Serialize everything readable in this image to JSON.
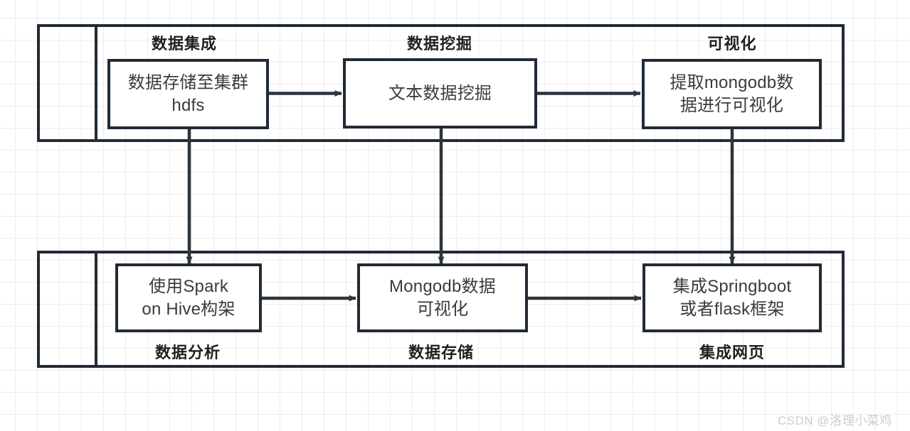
{
  "diagram": {
    "title_text_present": false,
    "colors": {
      "stroke": "#212b36",
      "node_text": "#3b3b3b",
      "label_text": "#1f1f1f",
      "grid": "#ededed",
      "background": "#ffffff",
      "watermark": "#c9ccd1"
    },
    "lanes": [
      {
        "id": "top-lane",
        "left_cell_label": ""
      },
      {
        "id": "bottom-lane",
        "left_cell_label": ""
      }
    ],
    "phases": [
      {
        "id": "phase-data-integration",
        "label": "数据集成",
        "position": "above",
        "lane": "top"
      },
      {
        "id": "phase-data-mining",
        "label": "数据挖掘",
        "position": "above",
        "lane": "top"
      },
      {
        "id": "phase-visualization",
        "label": "可视化",
        "position": "above",
        "lane": "top"
      },
      {
        "id": "phase-data-analysis",
        "label": "数据分析",
        "position": "below",
        "lane": "bottom"
      },
      {
        "id": "phase-data-storage",
        "label": "数据存储",
        "position": "below",
        "lane": "bottom"
      },
      {
        "id": "phase-web-integration",
        "label": "集成网页",
        "position": "below",
        "lane": "bottom"
      }
    ],
    "nodes": [
      {
        "id": "node-hdfs-storage",
        "text": "数据存储至集群\nhdfs",
        "lane": "top",
        "column": 1
      },
      {
        "id": "node-text-mining",
        "text": "文本数据挖掘",
        "lane": "top",
        "column": 2
      },
      {
        "id": "node-mongodb-visualization",
        "text": "提取mongodb数\n据进行可视化",
        "lane": "top",
        "column": 3
      },
      {
        "id": "node-spark-on-hive",
        "text": "使用Spark\non Hive构架",
        "lane": "bottom",
        "column": 1
      },
      {
        "id": "node-mongodb-data-vis",
        "text": "Mongodb数据\n可视化",
        "lane": "bottom",
        "column": 2
      },
      {
        "id": "node-springboot-flask",
        "text": "集成Springboot\n或者flask框架",
        "lane": "bottom",
        "column": 3
      }
    ],
    "edges": [
      {
        "id": "edge-hdfs-to-text-mining",
        "from": "node-hdfs-storage",
        "to": "node-text-mining",
        "direction": "horizontal"
      },
      {
        "id": "edge-text-mining-to-mongodb-vis",
        "from": "node-text-mining",
        "to": "node-mongodb-visualization",
        "direction": "horizontal"
      },
      {
        "id": "edge-hdfs-to-spark",
        "from": "node-hdfs-storage",
        "to": "node-spark-on-hive",
        "direction": "vertical"
      },
      {
        "id": "edge-text-mining-to-mongodb-data",
        "from": "node-text-mining",
        "to": "node-mongodb-data-vis",
        "direction": "vertical"
      },
      {
        "id": "edge-mongodb-vis-to-springboot",
        "from": "node-mongodb-visualization",
        "to": "node-springboot-flask",
        "direction": "vertical"
      },
      {
        "id": "edge-spark-to-mongodb-data",
        "from": "node-spark-on-hive",
        "to": "node-mongodb-data-vis",
        "direction": "horizontal"
      },
      {
        "id": "edge-mongodb-data-to-springboot",
        "from": "node-mongodb-data-vis",
        "to": "node-springboot-flask",
        "direction": "horizontal"
      }
    ],
    "watermark": "CSDN @洛理小菜鸡"
  }
}
